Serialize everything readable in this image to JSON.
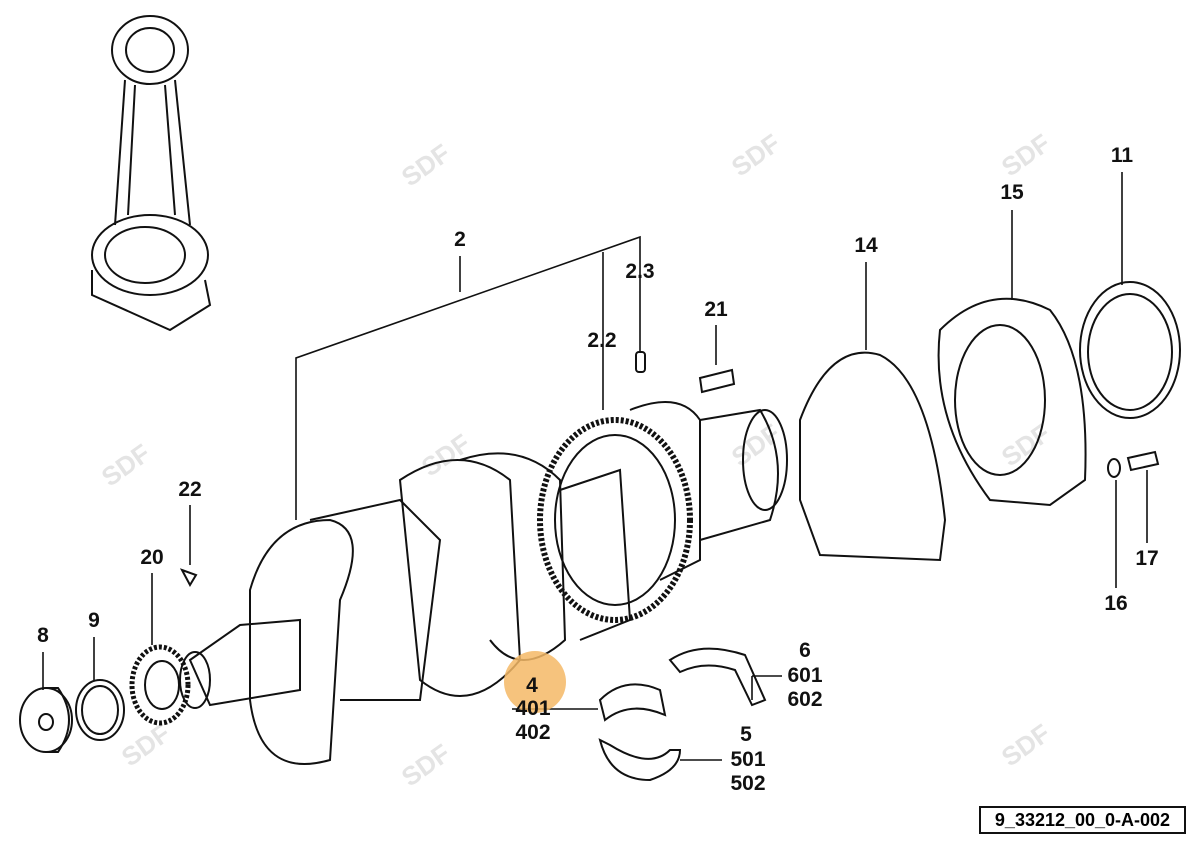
{
  "diagram": {
    "watermark": "SDF",
    "drawing_code": "9_33212_00_0-A-002",
    "highlight_color": "#f5b866",
    "callouts": {
      "p2": "2",
      "p2_3": "2.3",
      "p2_2": "2.2",
      "p21": "21",
      "p14": "14",
      "p15": "15",
      "p11": "11",
      "p22": "22",
      "p20": "20",
      "p8": "8",
      "p9": "9",
      "p4": "4",
      "p401": "401",
      "p402": "402",
      "p6": "6",
      "p601": "601",
      "p602": "602",
      "p5": "5",
      "p501": "501",
      "p502": "502",
      "p16": "16",
      "p17": "17"
    }
  }
}
